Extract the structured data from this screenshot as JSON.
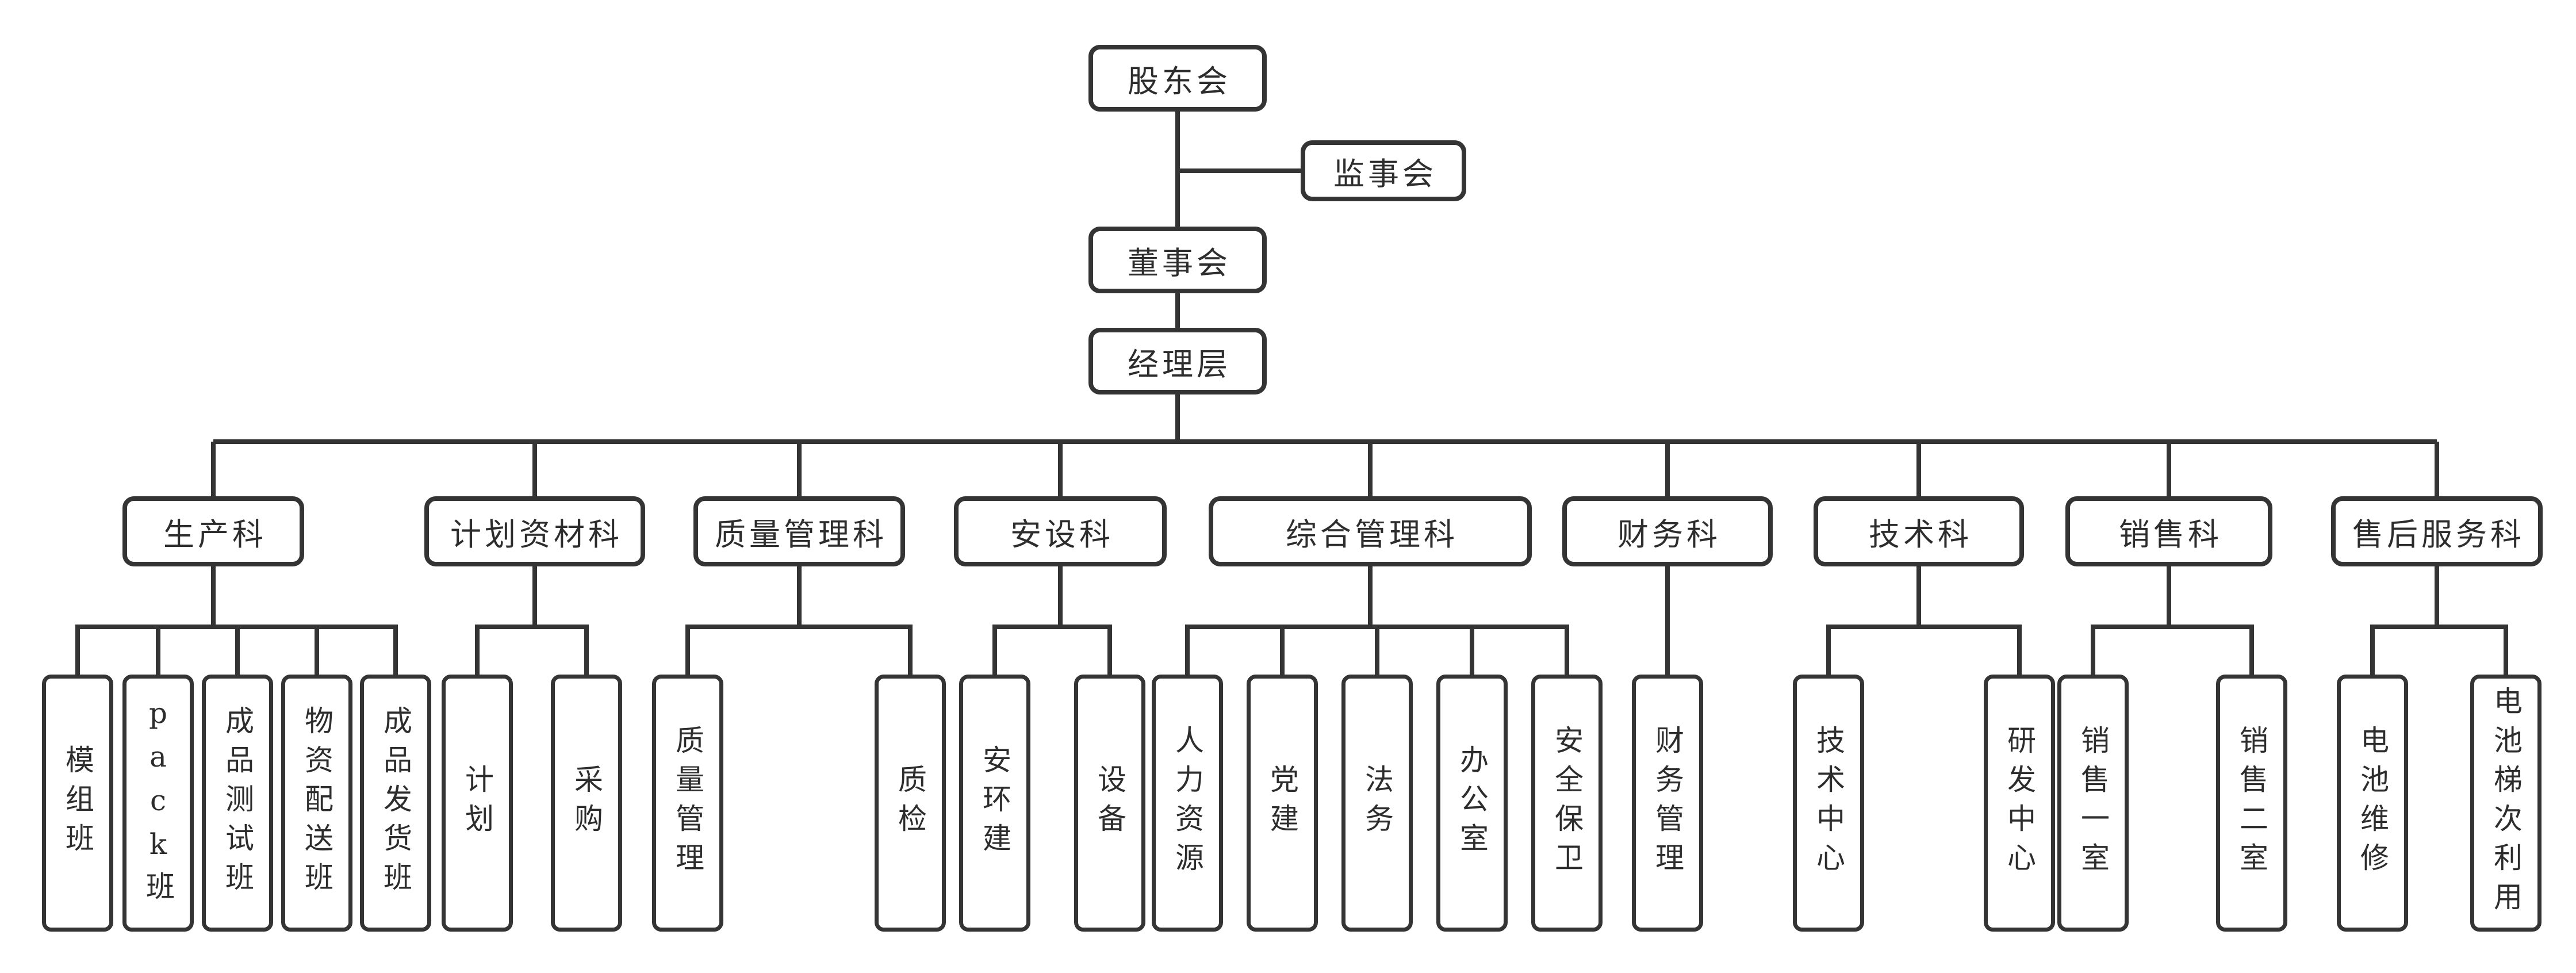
{
  "org_chart": {
    "top_chain": [
      {
        "label": "股东会"
      },
      {
        "label": "监事会"
      },
      {
        "label": "董事会"
      },
      {
        "label": "经理层"
      }
    ],
    "departments": [
      {
        "label": "生产科",
        "children": [
          "模组班",
          "pack班",
          "成品测试班",
          "物资配送班",
          "成品发货班"
        ]
      },
      {
        "label": "计划资材科",
        "children": [
          "计划",
          "采购"
        ]
      },
      {
        "label": "质量管理科",
        "children": [
          "质量管理",
          "质检"
        ]
      },
      {
        "label": "安设科",
        "children": [
          "安环建",
          "设备"
        ]
      },
      {
        "label": "综合管理科",
        "children": [
          "人力资源",
          "党建",
          "法务",
          "办公室",
          "安全保卫"
        ]
      },
      {
        "label": "财务科",
        "children": [
          "财务管理"
        ]
      },
      {
        "label": "技术科",
        "children": [
          "技术中心",
          "研发中心"
        ]
      },
      {
        "label": "销售科",
        "children": [
          "销售一室",
          "销售二室"
        ]
      },
      {
        "label": "售后服务科",
        "children": [
          "电池维修",
          "电池梯次利用"
        ]
      }
    ],
    "colors": {
      "line": "#343434",
      "box_border": "#343434",
      "box_background": "#ffffff",
      "text": "#2d2d2d",
      "page_background": "#ffffff"
    }
  }
}
